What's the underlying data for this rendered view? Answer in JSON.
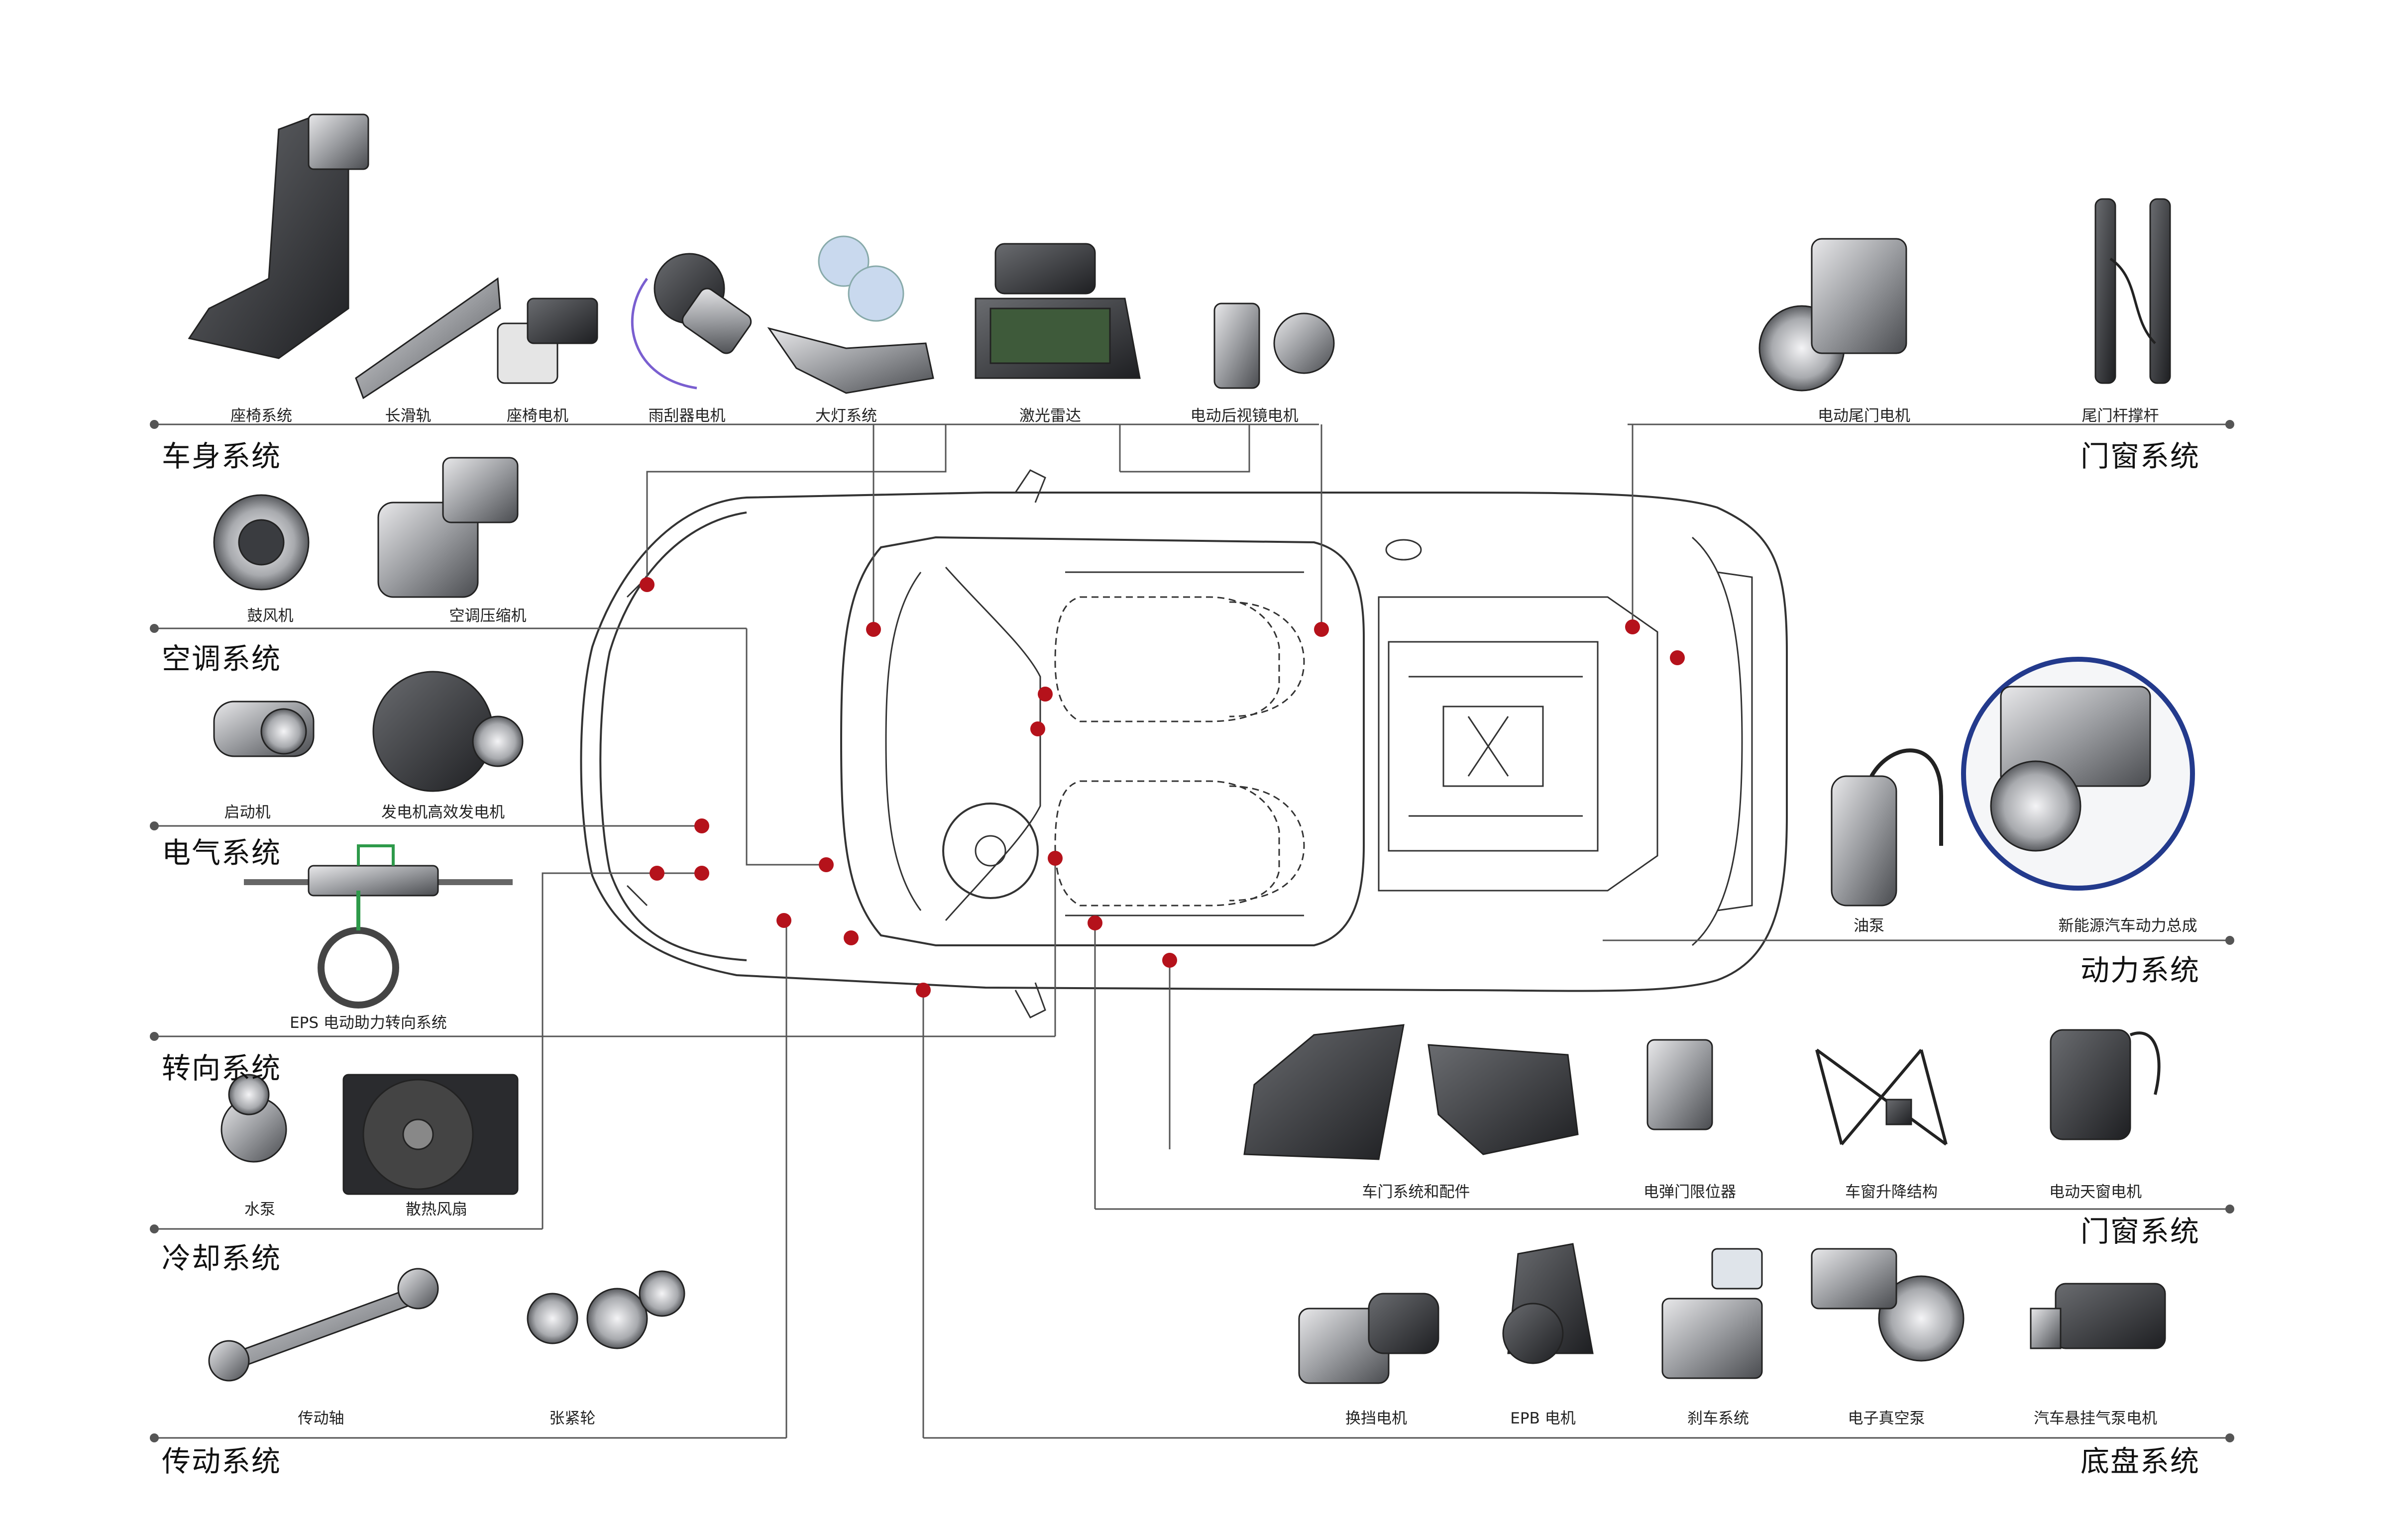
{
  "sections": {
    "body": "车身系统",
    "door_window_top": "门窗系统",
    "hvac": "空调系统",
    "electrical": "电气系统",
    "power": "动力系统",
    "steering": "转向系统",
    "door_window_mid": "门窗系统",
    "cooling": "冷却系统",
    "transmission": "传动系统",
    "chassis": "底盘系统"
  },
  "parts": {
    "seat_system": "座椅系统",
    "long_rail": "长滑轨",
    "seat_motor": "座椅电机",
    "wiper_motor": "雨刮器电机",
    "headlamp": "大灯系统",
    "lidar": "激光雷达",
    "mirror_motor": "电动后视镜电机",
    "tailgate_motor": "电动尾门电机",
    "tailgate_strut": "尾门杆撑杆",
    "blower": "鼓风机",
    "ac_compressor": "空调压缩机",
    "starter": "启动机",
    "alternator": "发电机高效发电机",
    "oil_pump": "油泵",
    "ev_powertrain": "新能源汽车动力总成",
    "eps": "EPS 电动助力转向系统",
    "door_system": "车门系统和配件",
    "door_stopper": "电弹门限位器",
    "window_lifter": "车窗升降结构",
    "sunroof_motor": "电动天窗电机",
    "water_pump": "水泵",
    "cooling_fan": "散热风扇",
    "drive_shaft": "传动轴",
    "tensioner": "张紧轮",
    "shift_motor": "换挡电机",
    "epb_motor": "EPB 电机",
    "brake_system": "刹车系统",
    "vacuum_pump": "电子真空泵",
    "air_suspension": "汽车悬挂气泵电机"
  },
  "colors": {
    "accent": "#b5121b",
    "line": "#555555",
    "sketch": "#333333"
  }
}
